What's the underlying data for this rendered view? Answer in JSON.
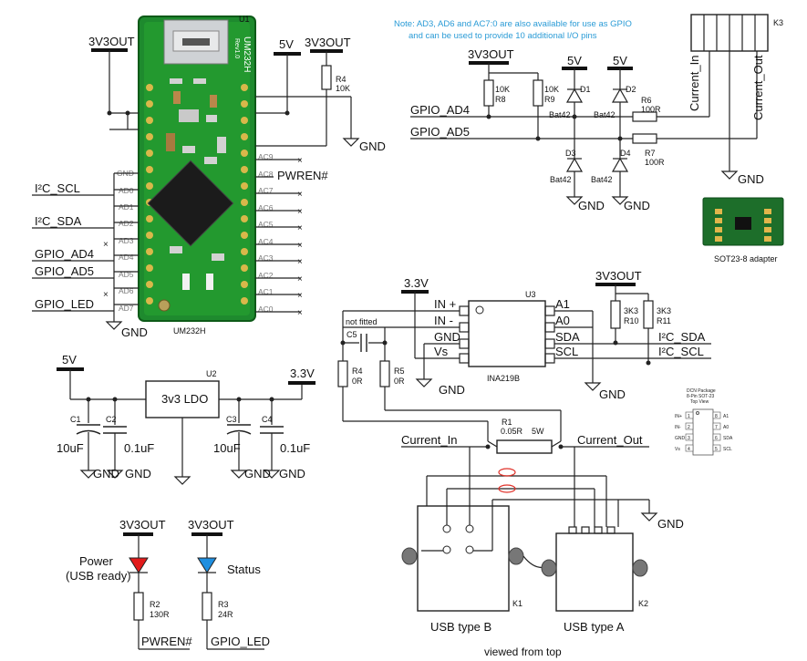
{
  "note": {
    "line1": "Note: AD3, AD6 and AC7:0 are also available for use as GPIO",
    "line2": "and can be used to provide 10 additional I/O pins"
  },
  "module": {
    "ref": "U1",
    "caption": "UM232H",
    "silk_main": "UM232H",
    "silk_sub": "Rev1.0",
    "left_pins": [
      "GND",
      "AD0",
      "AD1",
      "AD2",
      "AD3",
      "AD4",
      "AD5",
      "AD6",
      "AD7"
    ],
    "right_pins": [
      "AC9",
      "AC8",
      "AC7",
      "AC6",
      "AC5",
      "AC4",
      "AC3",
      "AC2",
      "AC1",
      "AC0"
    ]
  },
  "signals": {
    "i2c_scl": "I²C_SCL",
    "i2c_sda": "I²C_SDA",
    "gpio_ad4": "GPIO_AD4",
    "gpio_ad5": "GPIO_AD5",
    "gpio_led": "GPIO_LED",
    "pwren": "PWREN#",
    "current_in": "Current_In",
    "current_out": "Current_Out",
    "gnd": "GND"
  },
  "rails": {
    "v3v3out": "3V3OUT",
    "v5": "5V",
    "v3_3": "3.3V"
  },
  "resistors": {
    "r4_top": {
      "ref": "R4",
      "value": "10K"
    },
    "r8": {
      "ref": "R8",
      "value": "10K"
    },
    "r9": {
      "ref": "R9",
      "value": "10K"
    },
    "r6": {
      "ref": "R6",
      "value": "100R"
    },
    "r7": {
      "ref": "R7",
      "value": "100R"
    },
    "r10": {
      "ref": "R10",
      "value": "3K3"
    },
    "r11": {
      "ref": "R11",
      "value": "3K3"
    },
    "r4_shunt": {
      "ref": "R4",
      "value": "0R"
    },
    "r5": {
      "ref": "R5",
      "value": "0R"
    },
    "r1": {
      "ref": "R1",
      "value": "0.05R",
      "power": "5W"
    },
    "r2": {
      "ref": "R2",
      "value": "130R"
    },
    "r3": {
      "ref": "R3",
      "value": "24R"
    }
  },
  "diodes": {
    "d1": {
      "ref": "D1",
      "part": "Bat42"
    },
    "d2": {
      "ref": "D2",
      "part": "Bat42"
    },
    "d3": {
      "ref": "D3",
      "part": "Bat42"
    },
    "d4": {
      "ref": "D4",
      "part": "Bat42"
    }
  },
  "connector": {
    "ref": "K3"
  },
  "adapter_caption": "SOT23-8 adapter",
  "ina": {
    "ref": "U3",
    "part": "INA219B",
    "left_pins": [
      "IN +",
      "IN -",
      "GND",
      "Vs"
    ],
    "right_pins": [
      "A1",
      "A0",
      "SDA",
      "SCL"
    ],
    "cap_note": "not fitted",
    "cap_ref": "C5"
  },
  "package_inset": {
    "title1": "DCN Package",
    "title2": "8-Pin SOT-23",
    "title3": "Top View",
    "left": [
      "IN+",
      "IN-",
      "GND",
      "Vs"
    ],
    "right": [
      "A1",
      "A0",
      "SDA",
      "SCL"
    ],
    "pin_left": [
      "1",
      "2",
      "3",
      "4"
    ],
    "pin_right": [
      "8",
      "7",
      "6",
      "5"
    ]
  },
  "ldo": {
    "ref": "U2",
    "label": "3v3 LDO",
    "caps": [
      {
        "ref": "C1",
        "value": "10uF"
      },
      {
        "ref": "C2",
        "value": "0.1uF"
      },
      {
        "ref": "C3",
        "value": "10uF"
      },
      {
        "ref": "C4",
        "value": "0.1uF"
      }
    ]
  },
  "leds": {
    "power": {
      "line1": "Power",
      "line2": "(USB ready)",
      "color": "#e21b1b"
    },
    "status": {
      "label": "Status",
      "color": "#1f8fe0"
    }
  },
  "usb": {
    "b": {
      "ref": "K1",
      "caption": "USB type B"
    },
    "a": {
      "ref": "K2",
      "caption": "USB type A"
    },
    "footer": "viewed from top"
  }
}
